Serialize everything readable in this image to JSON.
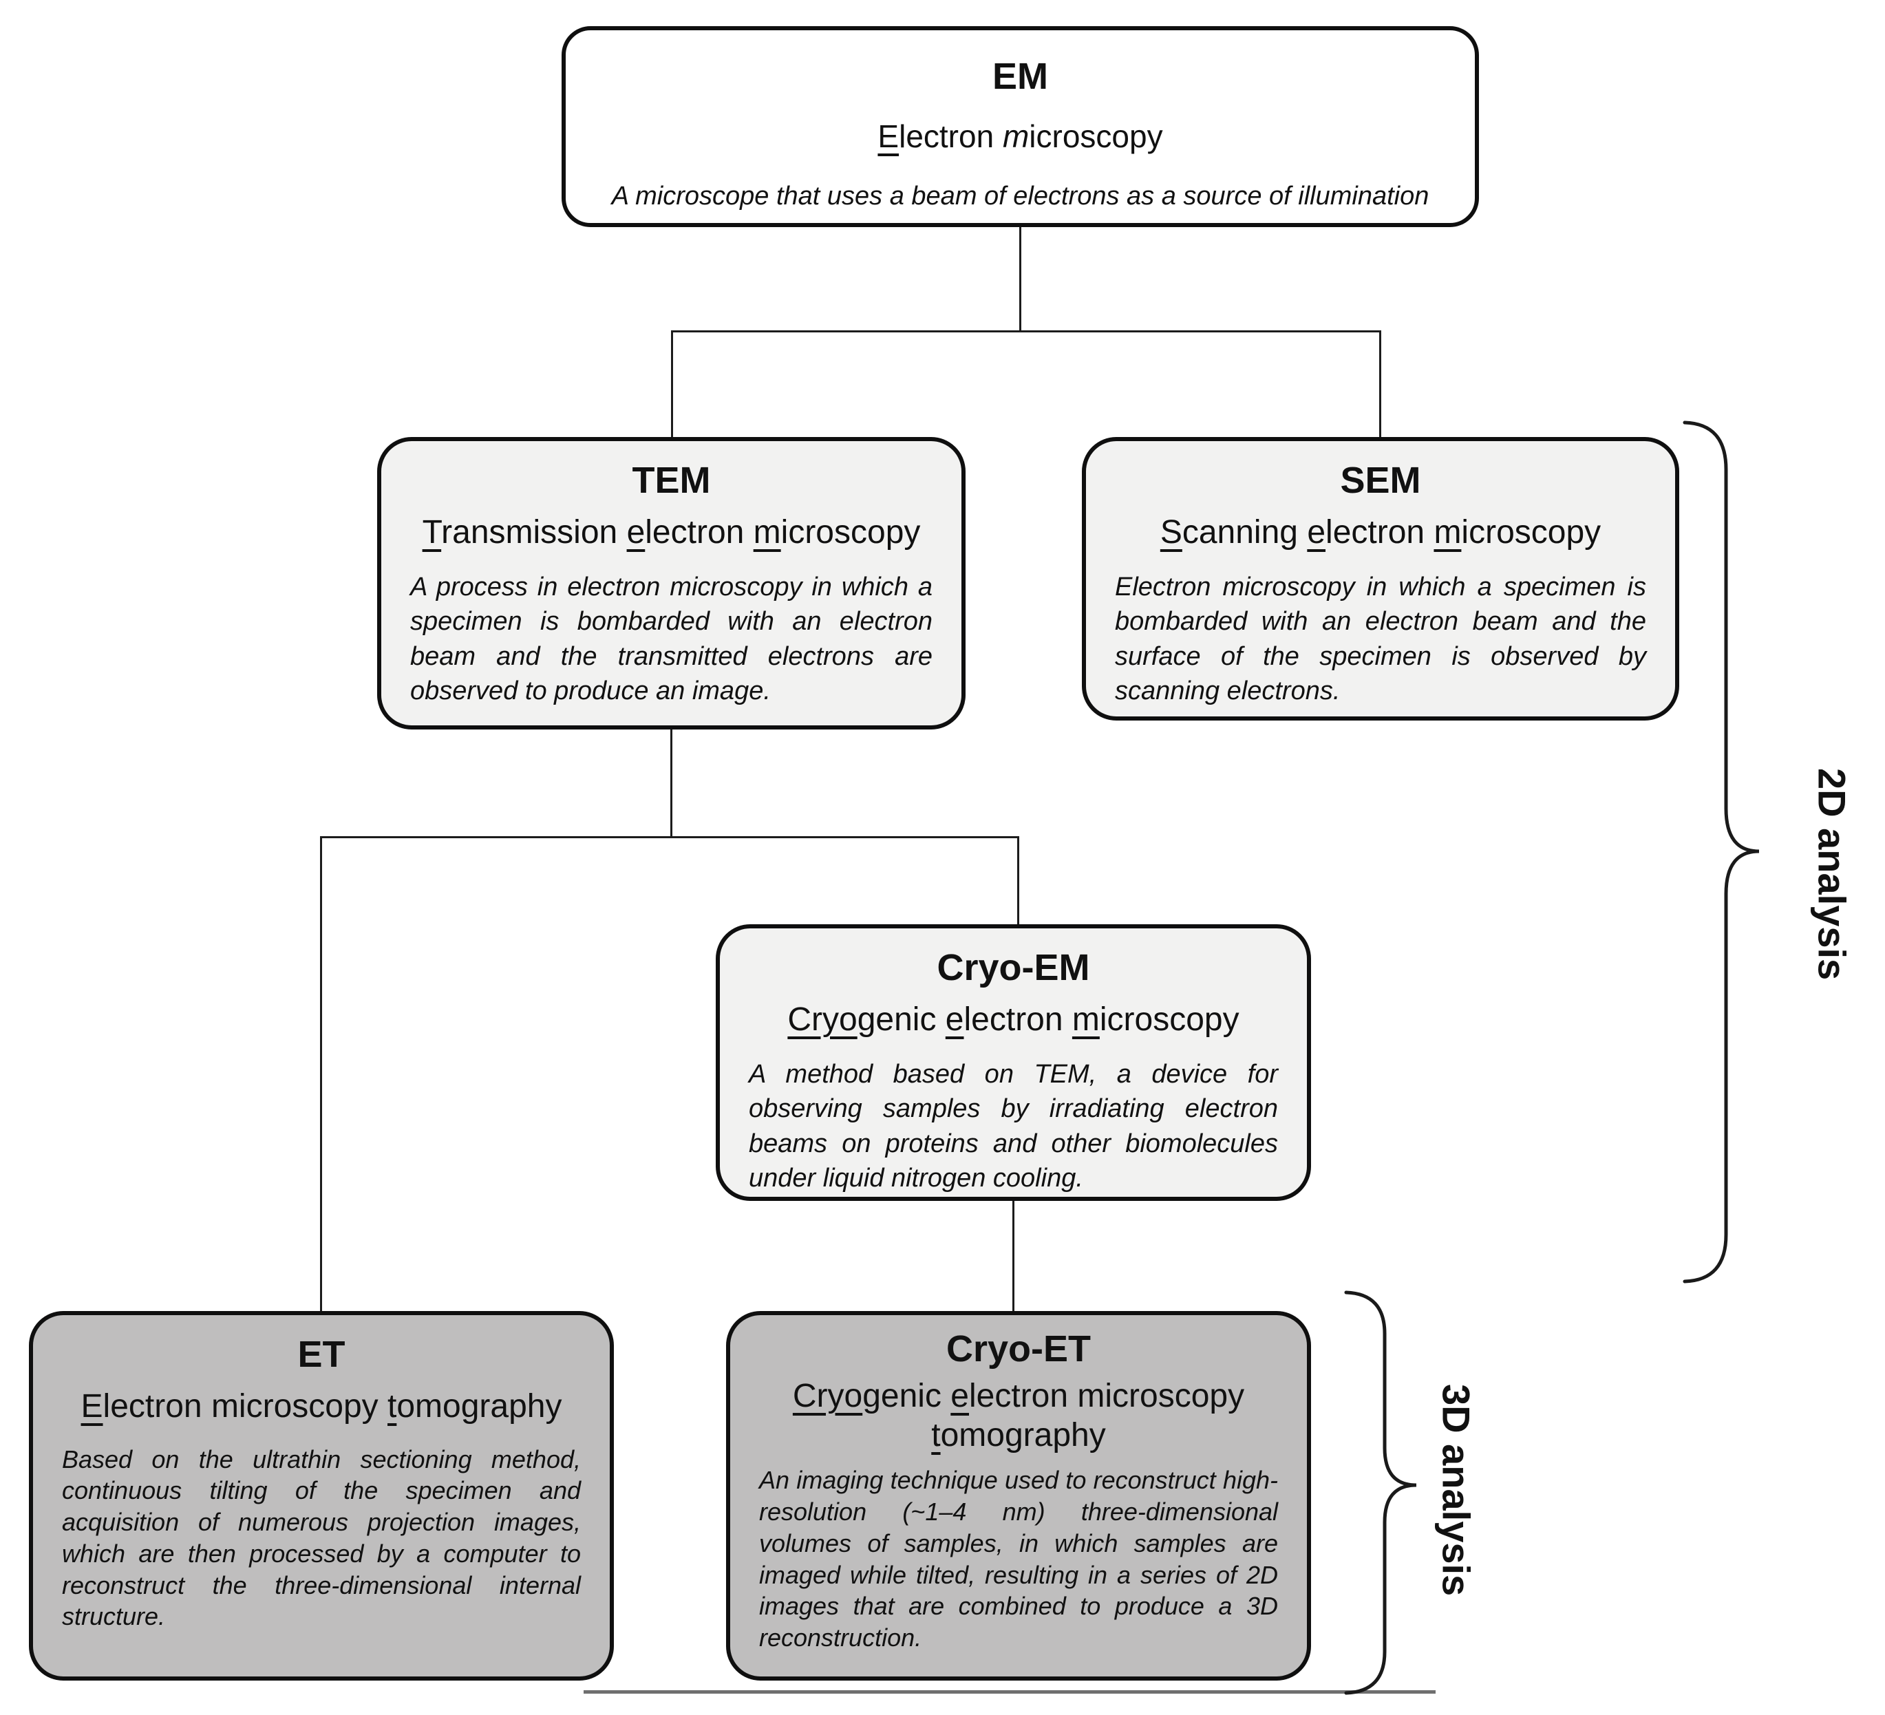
{
  "diagram": {
    "boxes": {
      "em": {
        "title": "EM",
        "subtitle_segments": [
          {
            "t": "E",
            "u": true
          },
          {
            "t": "lectron "
          },
          {
            "t": "m",
            "i": true
          },
          {
            "t": "icroscopy"
          }
        ],
        "description": "A microscope that uses a beam of electrons as a source of illumination"
      },
      "tem": {
        "title": "TEM",
        "subtitle_segments": [
          {
            "t": "T",
            "u": true
          },
          {
            "t": "ransmission "
          },
          {
            "t": "e",
            "u": true
          },
          {
            "t": "lectron "
          },
          {
            "t": "m",
            "u": true
          },
          {
            "t": "icroscopy"
          }
        ],
        "description": "A process in electron microscopy in which a specimen is bombarded with an electron beam and the transmitted electrons are observed to produce an image."
      },
      "sem": {
        "title": "SEM",
        "subtitle_segments": [
          {
            "t": "S",
            "u": true
          },
          {
            "t": "canning "
          },
          {
            "t": "e",
            "u": true
          },
          {
            "t": "lectron "
          },
          {
            "t": "m",
            "u": true
          },
          {
            "t": "icroscopy"
          }
        ],
        "description": "Electron microscopy in which a specimen is bombarded with an electron beam and the surface of the specimen is observed by scanning electrons."
      },
      "cryoem": {
        "title": "Cryo-EM",
        "subtitle_segments": [
          {
            "t": "Cryo",
            "u": true
          },
          {
            "t": "genic "
          },
          {
            "t": "e",
            "u": true
          },
          {
            "t": "lectron "
          },
          {
            "t": "m",
            "u": true
          },
          {
            "t": "icroscopy"
          }
        ],
        "description": "A method based on TEM, a device for observing samples by irradiating electron beams on proteins and other biomolecules under liquid nitrogen cooling."
      },
      "et": {
        "title": "ET",
        "subtitle_segments": [
          {
            "t": "E",
            "u": true
          },
          {
            "t": "lectron microscopy "
          },
          {
            "t": "t",
            "u": true
          },
          {
            "t": "omography"
          }
        ],
        "description": "Based on the ultrathin sectioning method, continuous tilting of the specimen and acquisition of numerous projection images, which are then processed by a computer to reconstruct the three-dimensional internal structure."
      },
      "cryoet": {
        "title": "Cryo-ET",
        "subtitle_segments": [
          {
            "t": "Cryo",
            "u": true
          },
          {
            "t": "genic "
          },
          {
            "t": "e",
            "u": true
          },
          {
            "t": "lectron microscopy "
          },
          {
            "t": "t",
            "u": true
          },
          {
            "t": "omography"
          }
        ],
        "description": "An imaging technique used to reconstruct high-resolution (~1–4 nm) three-dimensional volumes of samples, in which samples are imaged while tilted, resulting in a series of 2D images that are combined to produce a 3D reconstruction."
      }
    },
    "braces": {
      "analysis2d": {
        "label": "2D analysis"
      },
      "analysis3d": {
        "label": "3D analysis"
      }
    },
    "colors": {
      "box_white": "#ffffff",
      "box_light": "#f2f2f1",
      "box_dark": "#bfbebe",
      "border": "#0f0f0f",
      "connector": "#1c1c1c",
      "bottom_rule": "#6f6f6f"
    }
  }
}
